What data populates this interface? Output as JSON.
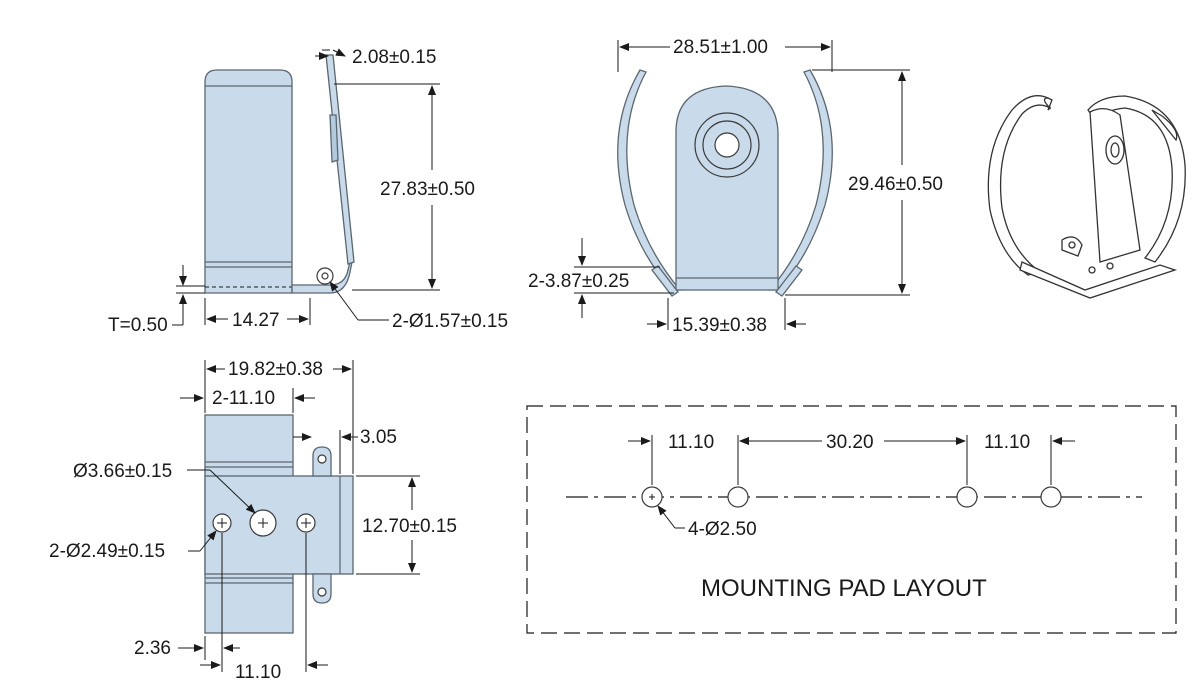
{
  "side_view": {
    "thickness_label": "2.08±0.15",
    "height_label": "27.83±0.50",
    "t_label": "T=0.50",
    "base_length_label": "14.27",
    "hole_label": "2-Ø1.57±0.15"
  },
  "front_view": {
    "opening_label": "28.51±1.00",
    "height_label": "29.46±0.50",
    "foot_label": "2-3.87±0.25",
    "base_width_label": "15.39±0.38"
  },
  "bottom_view": {
    "overall_label": "19.82±0.38",
    "half_label": "2-11.10",
    "tab_label": "3.05",
    "big_hole_label": "Ø3.66±0.15",
    "width_label": "12.70±0.15",
    "small_hole_label": "2-Ø2.49±0.15",
    "offset_label": "2.36",
    "pitch_label": "11.10"
  },
  "mounting_pad": {
    "pitch_left": "11.10",
    "center_span": "30.20",
    "pitch_right": "11.10",
    "hole_label": "4-Ø2.50",
    "title": "MOUNTING PAD LAYOUT"
  }
}
